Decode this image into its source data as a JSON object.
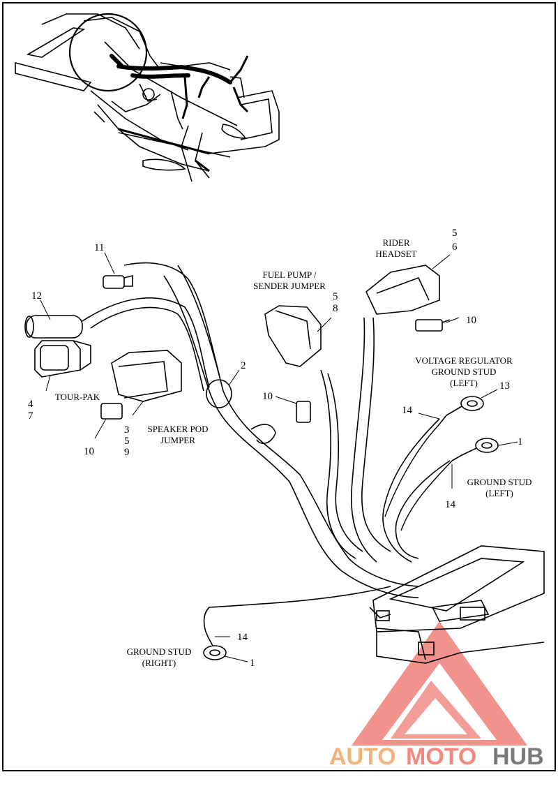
{
  "labels": {
    "rider_headset": [
      "RIDER",
      "HEADSET"
    ],
    "fuel_pump": [
      "FUEL PUMP /",
      "SENDER JUMPER"
    ],
    "voltage_regulator": [
      "VOLTAGE REGULATOR",
      "GROUND STUD",
      "(LEFT)"
    ],
    "ground_stud_left": [
      "GROUND STUD",
      "(LEFT)"
    ],
    "ground_stud_right": [
      "GROUND STUD",
      "(RIGHT)"
    ],
    "tour_pak": "TOUR-PAK",
    "speaker_pod": [
      "SPEAKER POD",
      "JUMPER"
    ]
  },
  "callouts": {
    "c11": "11",
    "c12": "12",
    "c4": "4",
    "c7": "7",
    "c10a": "10",
    "c3": "3",
    "c5a": "5",
    "c9": "9",
    "c2": "2",
    "c10b": "10",
    "c5b": "5",
    "c8": "8",
    "c5c": "5",
    "c6": "6",
    "c10c": "10",
    "c13": "13",
    "c14a": "14",
    "c1a": "1",
    "c14b": "14",
    "c14c": "14",
    "c1b": "1"
  },
  "watermark": {
    "part1": "AUTO",
    "part2": "MOTO",
    "part3": "HUB",
    "color1": "#f5b27a",
    "color2": "#f08a80",
    "color3": "#7a7a7a",
    "triangle_color": "#f07f7a"
  }
}
